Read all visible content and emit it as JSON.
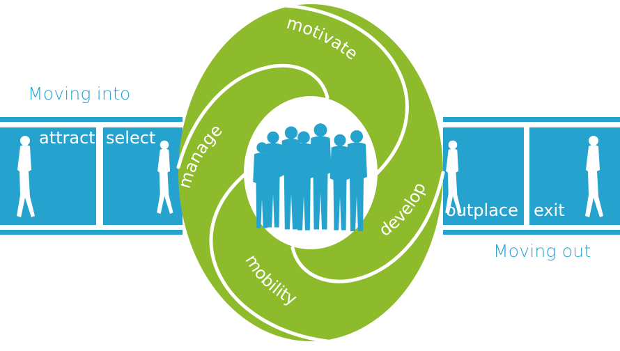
{
  "headings": {
    "moving_into": "Moving into",
    "moving_out": "Moving out"
  },
  "stages_in": [
    "attract",
    "select"
  ],
  "stages_out": [
    "outplace",
    "exit"
  ],
  "cycle": [
    "motivate",
    "manage",
    "develop",
    "mobility"
  ],
  "colors": {
    "blue": "#26a2cf",
    "green": "#8dbb2b",
    "white": "#ffffff"
  }
}
